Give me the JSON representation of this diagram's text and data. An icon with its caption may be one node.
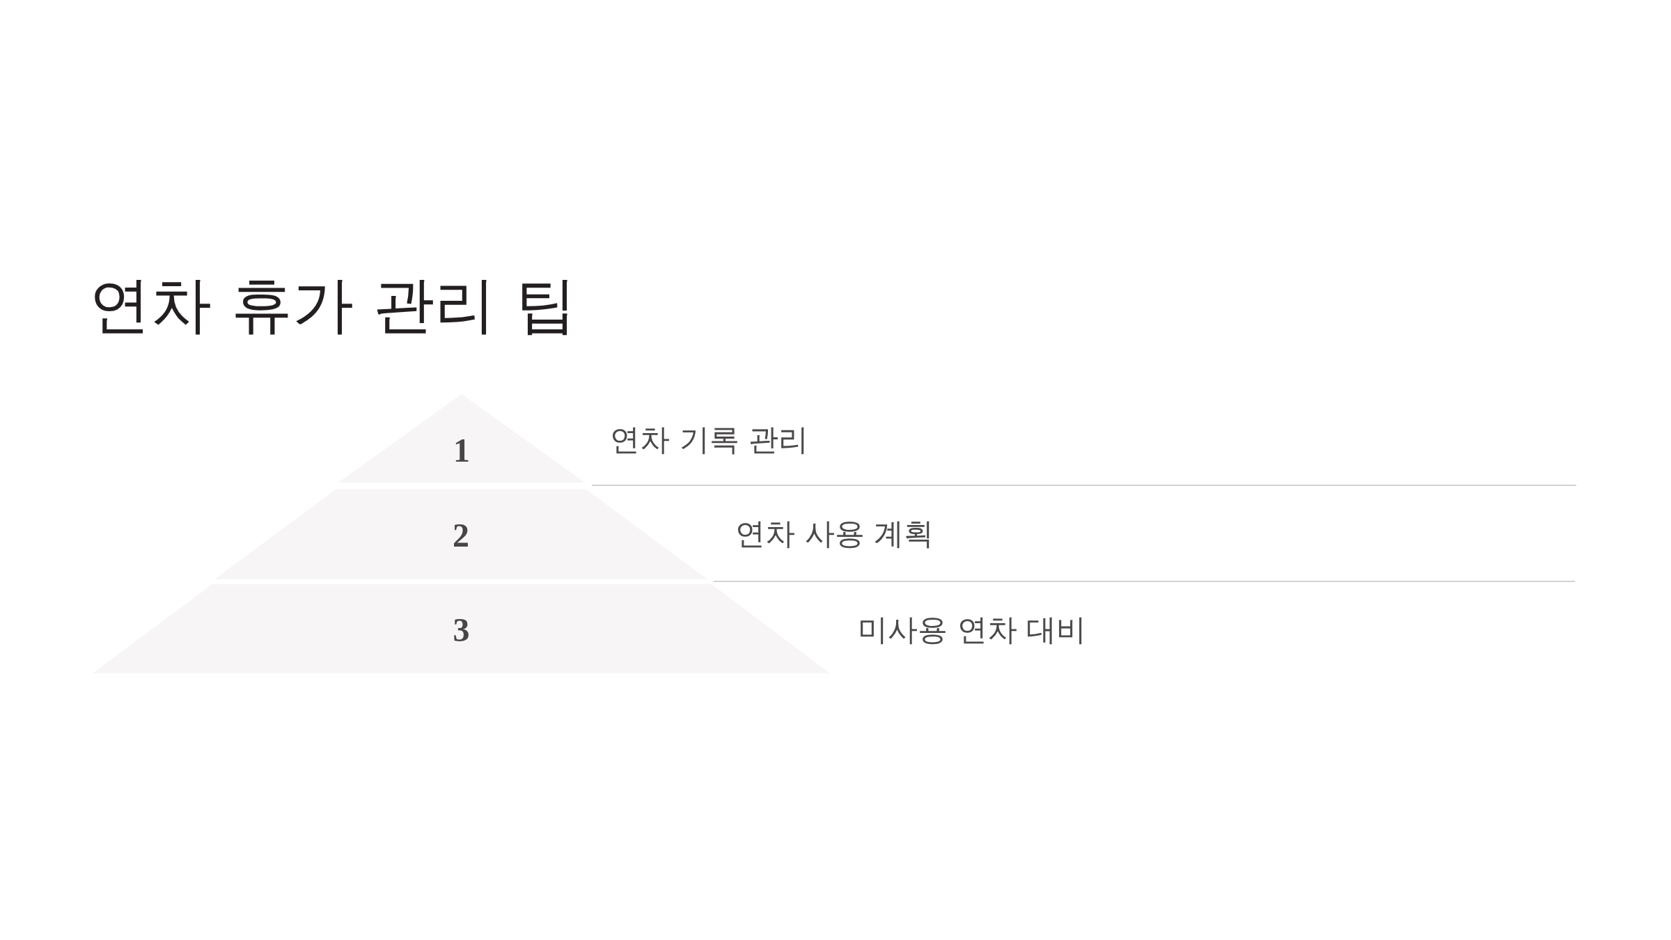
{
  "diagram": {
    "title": "연차 휴가 관리 팁",
    "nodes": [
      {
        "text": [
          "1"
        ],
        "beside": [
          "연차 기록 관리"
        ]
      },
      {
        "text": [
          "2"
        ],
        "beside": [
          "연차 사용 계획"
        ]
      },
      {
        "text": [
          "3"
        ],
        "beside": [
          "미사용 연차 대비"
        ]
      }
    ]
  }
}
